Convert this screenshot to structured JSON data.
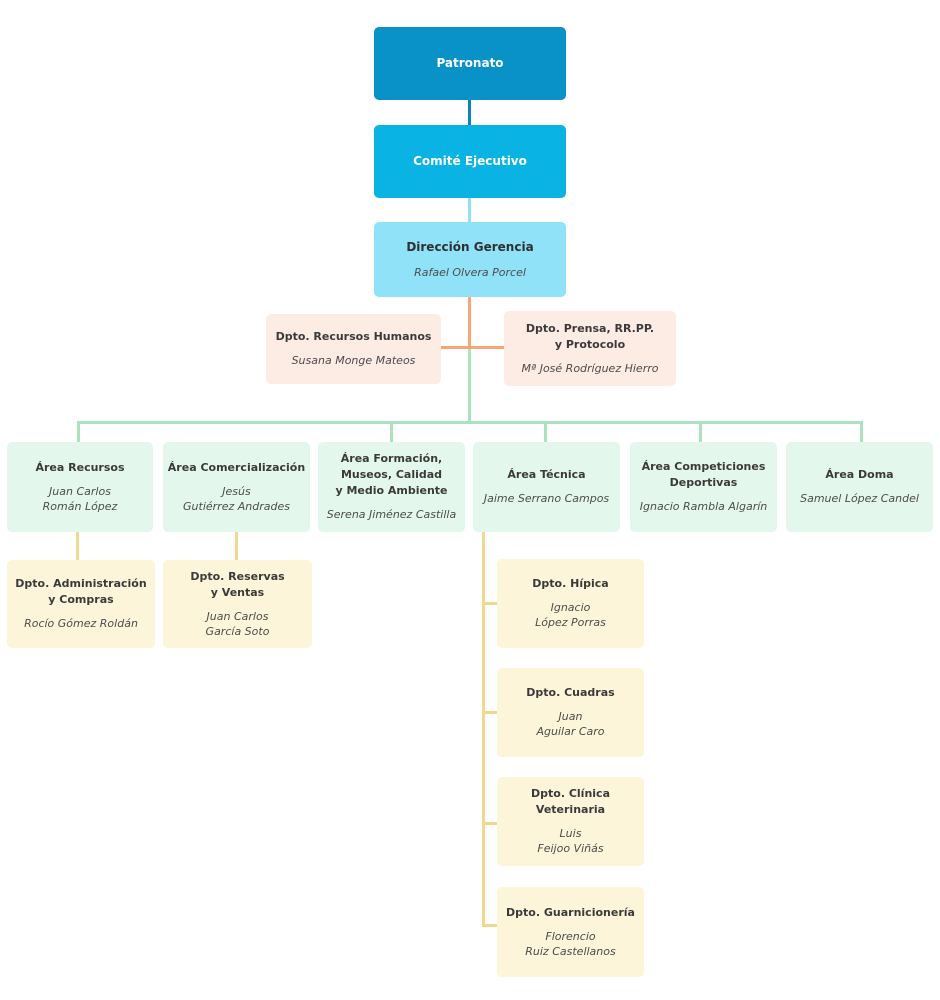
{
  "colors": {
    "blue-dark": "#0892c8",
    "blue-mid": "#09b4e4",
    "blue-light": "#8fe2f8",
    "peach": "#fdece3",
    "mint": "#e4f7ec",
    "yellow": "#fdf5da",
    "line-blue": "#0886b8",
    "line-cyan": "#8fe2f8",
    "line-orange": "#f7a577",
    "line-green": "#a9e3c0",
    "line-yellow": "#f1d98f",
    "title-color": "#3a3a3a",
    "name-color": "#4c4c4c"
  },
  "org": {
    "patronato": {
      "title": "Patronato",
      "name": ""
    },
    "comite": {
      "title": "Comité Ejecutivo",
      "name": ""
    },
    "direccion": {
      "title": "Dirección Gerencia",
      "name": "Rafael Olvera Porcel"
    },
    "rrhh": {
      "title": "Dpto. Recursos Humanos",
      "name": "Susana Monge Mateos"
    },
    "prensa": {
      "title": "Dpto. Prensa, RR.PP.\ny Protocolo",
      "name": "Mª José Rodríguez Hierro"
    },
    "area_recursos": {
      "title": "Área Recursos",
      "name": "Juan Carlos\nRomán López"
    },
    "area_comercializacion": {
      "title": "Área Comercialización",
      "name": "Jesús\nGutiérrez Andrades"
    },
    "area_formacion": {
      "title": "Área Formación,\nMuseos, Calidad\ny Medio Ambiente",
      "name": "Serena Jiménez Castilla"
    },
    "area_tecnica": {
      "title": "Área Técnica",
      "name": "Jaime Serrano Campos"
    },
    "area_competiciones": {
      "title": "Área Competiciones\nDeportivas",
      "name": "Ignacio Rambla Algarín"
    },
    "area_doma": {
      "title": "Área Doma",
      "name": "Samuel López Candel"
    },
    "dpto_administracion": {
      "title": "Dpto. Administración\ny Compras",
      "name": "Rocío Gómez Roldán"
    },
    "dpto_reservas": {
      "title": "Dpto. Reservas\ny Ventas",
      "name": "Juan Carlos\nGarcía Soto"
    },
    "dpto_hipica": {
      "title": "Dpto. Hípica",
      "name": "Ignacio\nLópez Porras"
    },
    "dpto_cuadras": {
      "title": "Dpto. Cuadras",
      "name": "Juan\nAguilar Caro"
    },
    "dpto_clinica": {
      "title": "Dpto. Clínica\nVeterinaria",
      "name": "Luis\nFeijoo Viñás"
    },
    "dpto_guarnicioneria": {
      "title": "Dpto. Guarnicionería",
      "name": "Florencio\nRuiz Castellanos"
    }
  }
}
